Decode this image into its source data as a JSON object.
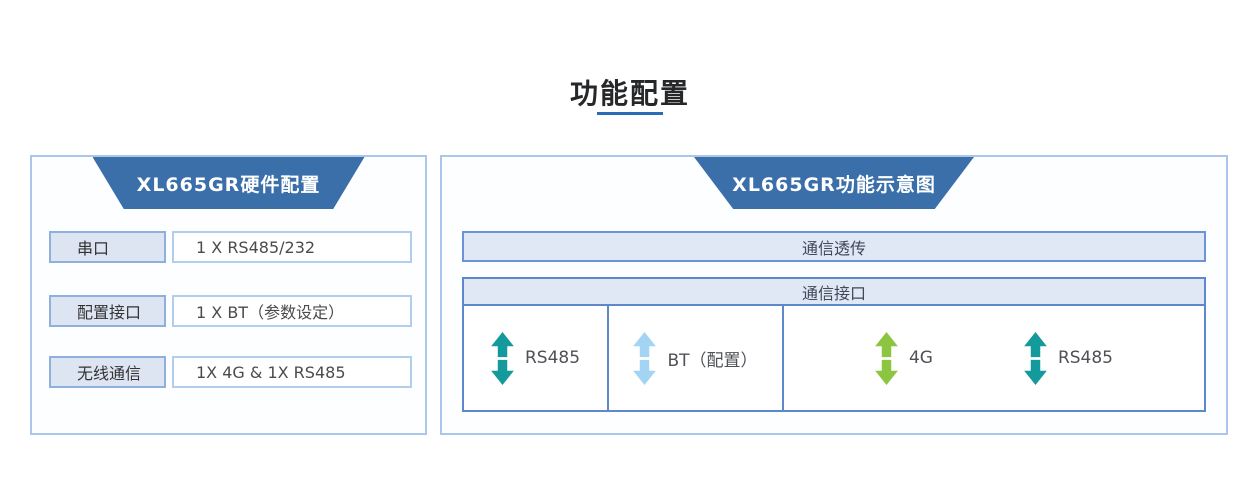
{
  "page": {
    "title": "功能配置"
  },
  "colors": {
    "header_blue": "#3a6fa9",
    "title_underline": "#2a6bb5",
    "panel_border": "#aac6e8",
    "bar_fill": "#e0e7f5",
    "bar_border": "#6b93d6",
    "table_border": "#5e88cc",
    "label_fill": "#dde5f3",
    "label_border": "#8fafdc",
    "value_border": "#b3cdec",
    "arrow_teal": "#149a9d",
    "arrow_light_blue": "#a4d4f4",
    "arrow_green": "#8cc540"
  },
  "hardware": {
    "header": "XL665GR硬件配置",
    "rows": [
      {
        "label": "串口",
        "value": "1 X RS485/232"
      },
      {
        "label": "配置接口",
        "value": "1 X BT（参数设定）"
      },
      {
        "label": "无线通信",
        "value": "1X 4G & 1X RS485"
      }
    ]
  },
  "diagram": {
    "header": "XL665GR功能示意图",
    "transparent_bar": "通信透传",
    "interface_bar": "通信接口",
    "interfaces": [
      {
        "label": "RS485",
        "arrow_color": "#149a9d"
      },
      {
        "label": "BT（配置）",
        "arrow_color": "#a4d4f4"
      },
      {
        "label": "4G",
        "arrow_color": "#8cc540"
      },
      {
        "label": "RS485",
        "arrow_color": "#149a9d"
      }
    ]
  }
}
